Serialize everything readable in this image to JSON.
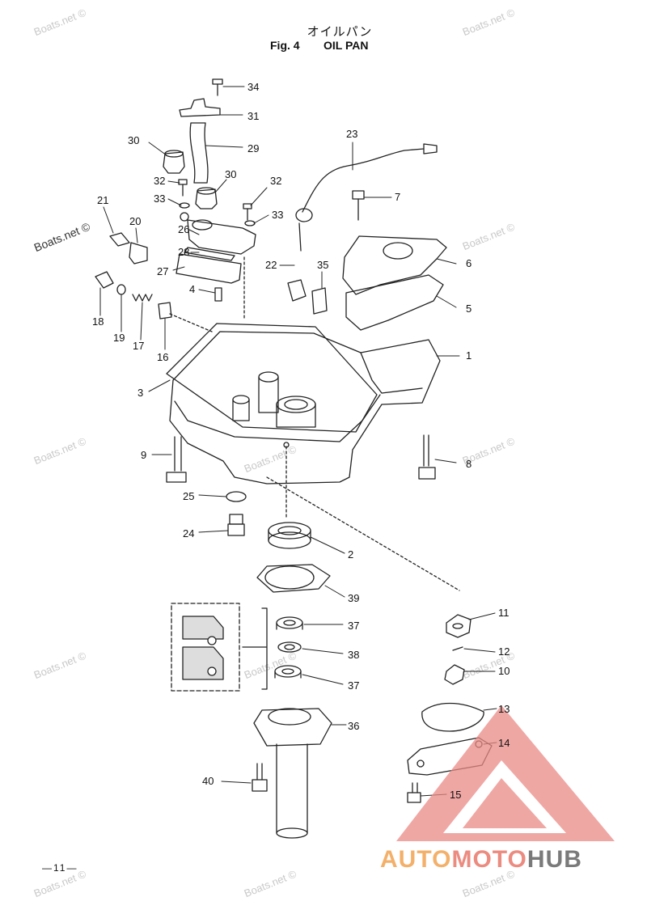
{
  "header": {
    "title_jp": "オイルパン",
    "fig_number": "Fig. 4",
    "fig_name": "OIL PAN"
  },
  "watermark": "Boats.net ©",
  "page_number": "—11—",
  "logo": {
    "part1": "AUTO",
    "part2": "MOTO",
    "part3": "HUB",
    "colors": {
      "auto": "#f3b06a",
      "moto": "#ec8b80",
      "hub": "#7a7a7a",
      "triangle": "#e98a85"
    }
  },
  "parts": [
    {
      "n": "34"
    },
    {
      "n": "31"
    },
    {
      "n": "30"
    },
    {
      "n": "29"
    },
    {
      "n": "23"
    },
    {
      "n": "32"
    },
    {
      "n": "30"
    },
    {
      "n": "32"
    },
    {
      "n": "21"
    },
    {
      "n": "33"
    },
    {
      "n": "33"
    },
    {
      "n": "7"
    },
    {
      "n": "20"
    },
    {
      "n": "26"
    },
    {
      "n": "28"
    },
    {
      "n": "22"
    },
    {
      "n": "35"
    },
    {
      "n": "6"
    },
    {
      "n": "27"
    },
    {
      "n": "4"
    },
    {
      "n": "5"
    },
    {
      "n": "18"
    },
    {
      "n": "19"
    },
    {
      "n": "17"
    },
    {
      "n": "16"
    },
    {
      "n": "1"
    },
    {
      "n": "3"
    },
    {
      "n": "9"
    },
    {
      "n": "8"
    },
    {
      "n": "25"
    },
    {
      "n": "24"
    },
    {
      "n": "2"
    },
    {
      "n": "39"
    },
    {
      "n": "11"
    },
    {
      "n": "37"
    },
    {
      "n": "12"
    },
    {
      "n": "38"
    },
    {
      "n": "10"
    },
    {
      "n": "37"
    },
    {
      "n": "13"
    },
    {
      "n": "36"
    },
    {
      "n": "14"
    },
    {
      "n": "40"
    },
    {
      "n": "15"
    }
  ]
}
